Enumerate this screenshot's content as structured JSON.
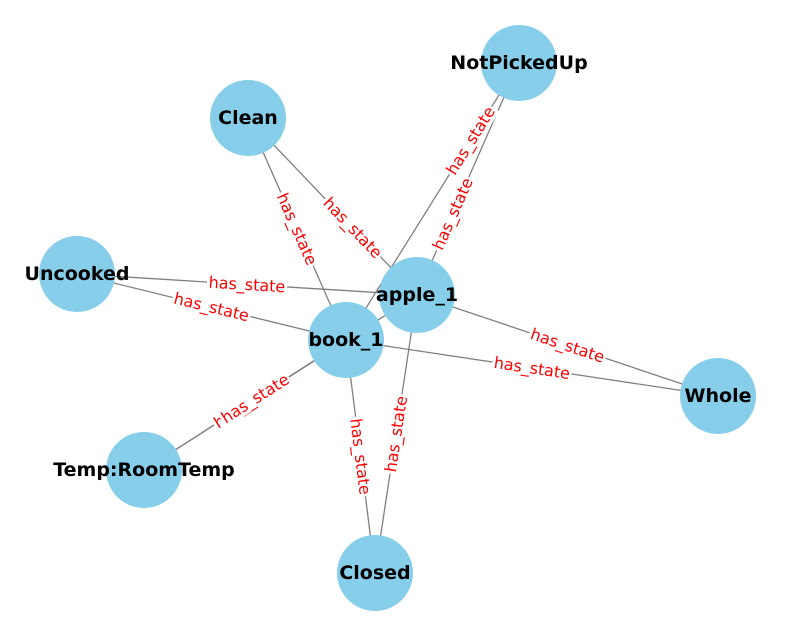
{
  "colors": {
    "node_fill": "#87ceeb",
    "edge_stroke": "#808080",
    "edge_label": "#ff0000",
    "node_label": "#000000"
  },
  "nodes": [
    {
      "id": "notpickedup",
      "label": "NotPickedUp"
    },
    {
      "id": "clean",
      "label": "Clean"
    },
    {
      "id": "uncooked",
      "label": "Uncooked"
    },
    {
      "id": "apple_1",
      "label": "apple_1"
    },
    {
      "id": "book_1",
      "label": "book_1"
    },
    {
      "id": "whole",
      "label": "Whole"
    },
    {
      "id": "temp",
      "label": "Temp:RoomTemp"
    },
    {
      "id": "closed",
      "label": "Closed"
    }
  ],
  "edges": [
    {
      "source": "apple_1",
      "target": "notpickedup",
      "label": "has_state"
    },
    {
      "source": "book_1",
      "target": "notpickedup",
      "label": "has_state"
    },
    {
      "source": "apple_1",
      "target": "clean",
      "label": "has_state"
    },
    {
      "source": "book_1",
      "target": "clean",
      "label": "has_state"
    },
    {
      "source": "apple_1",
      "target": "uncooked",
      "label": "has_state"
    },
    {
      "source": "book_1",
      "target": "uncooked",
      "label": "has_state"
    },
    {
      "source": "apple_1",
      "target": "whole",
      "label": "has_state"
    },
    {
      "source": "book_1",
      "target": "whole",
      "label": "has_state"
    },
    {
      "source": "apple_1",
      "target": "temp",
      "label": "has_state"
    },
    {
      "source": "book_1",
      "target": "temp",
      "label": "has_state"
    },
    {
      "source": "apple_1",
      "target": "closed",
      "label": "has_state"
    },
    {
      "source": "book_1",
      "target": "closed",
      "label": "has_state"
    }
  ]
}
